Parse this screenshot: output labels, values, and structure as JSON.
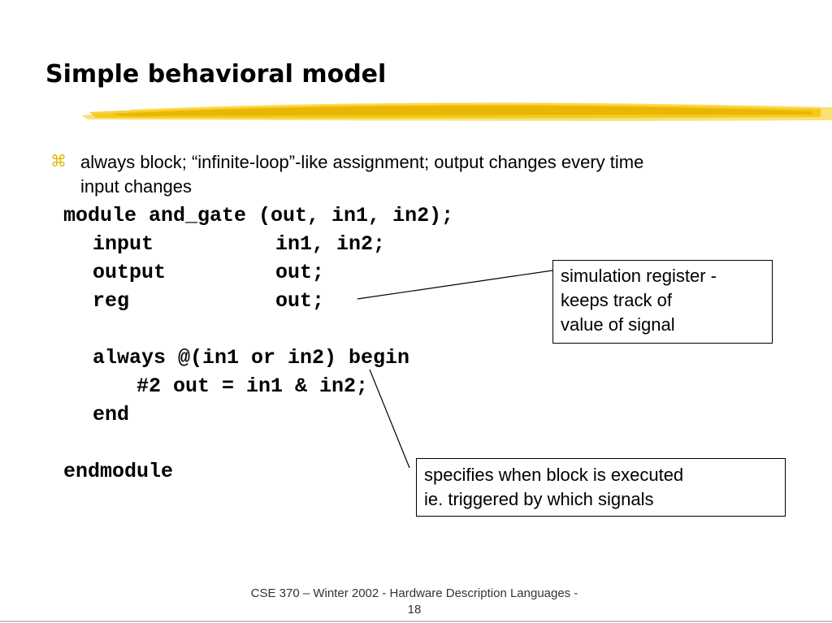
{
  "slide": {
    "title": "Simple behavioral model",
    "bullet": {
      "icon": "cmd-key-bullet-icon",
      "line1": "always block; “infinite-loop”-like assignment; output changes every time",
      "line2": "input changes"
    },
    "code": {
      "line1": "module and_gate (out, in1, in2);",
      "line2": "input          in1, in2;",
      "line3": "output         out;",
      "line4": "reg            out;",
      "line5": "always @(in1 or in2) begin",
      "line6": "#2 out = in1 & in2;",
      "line7": "end",
      "line8": "endmodule"
    },
    "callouts": {
      "register": {
        "line1": "simulation register -",
        "line2": "keeps track of",
        "line3": "value of signal"
      },
      "sensitivity": {
        "line1": "specifies when block is executed",
        "line2": "ie. triggered by which signals"
      }
    },
    "footer": {
      "line1": "CSE 370 – Winter 2002 - Hardware Description Languages -",
      "line2": "18"
    },
    "colors": {
      "swoosh": "#f5c800",
      "bullet": "#e8b800"
    }
  }
}
